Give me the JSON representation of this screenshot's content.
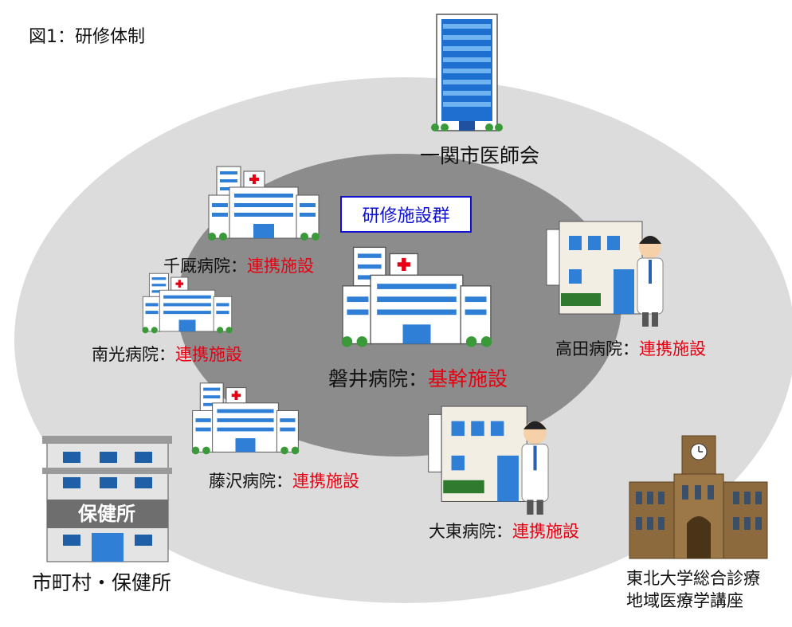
{
  "title": "図1：研修体制",
  "group_label": "研修施設群",
  "facilities": {
    "ishikai": {
      "name": "一関市医師会"
    },
    "iwai": {
      "name": "磐井病院",
      "sep": "：",
      "role": "基幹施設"
    },
    "senmaya": {
      "name": "千厩病院",
      "sep": "：",
      "role": "連携施設"
    },
    "nanko": {
      "name": "南光病院",
      "sep": "：",
      "role": "連携施設"
    },
    "fujisawa": {
      "name": "藤沢病院",
      "sep": "：",
      "role": "連携施設"
    },
    "takata": {
      "name": "高田病院",
      "sep": "：",
      "role": "連携施設"
    },
    "daito": {
      "name": "大東病院",
      "sep": "：",
      "role": "連携施設"
    },
    "hokenjo": {
      "name": "市町村・保健所",
      "sign": "保健所"
    },
    "tohoku": {
      "line1": "東北大学総合診療",
      "line2": "地域医療学講座"
    }
  },
  "colors": {
    "outer_ring": "#dcdcdc",
    "inner_ring": "#8c8c8c",
    "group_box": "#1010d0",
    "role_text": "#e60012",
    "window_blue": "#2f7fd6"
  }
}
